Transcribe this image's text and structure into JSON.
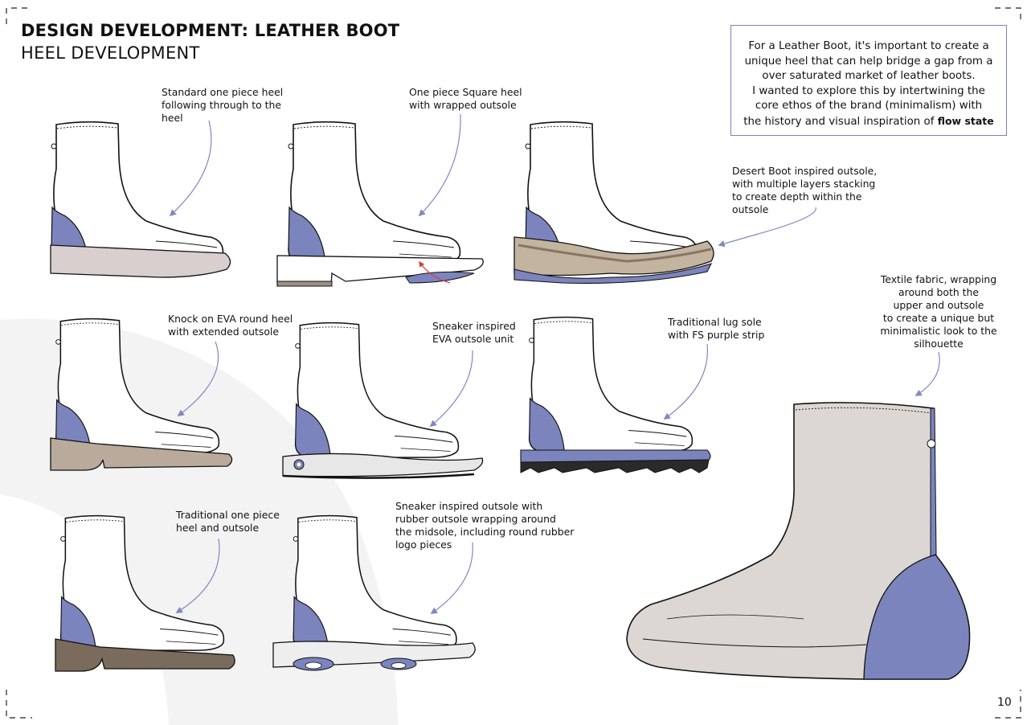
{
  "header": {
    "title": "DESIGN DEVELOPMENT: LEATHER BOOT",
    "subtitle": "HEEL DEVELOPMENT"
  },
  "info_box": {
    "lines": [
      "For a Leather Boot, it's important to create a",
      "unique heel that can help bridge a gap from a",
      "over saturated market of leather boots.",
      "I wanted to explore this by intertwining the",
      "core ethos of the brand (minimalism) with",
      "the history and visual inspiration of"
    ],
    "brand": "flow state"
  },
  "annotations": {
    "standard_heel": [
      "Standard one piece heel",
      "following through to the",
      "heel"
    ],
    "square_heel": [
      "One piece Square heel",
      "with wrapped outsole"
    ],
    "desert_boot": [
      "Desert Boot inspired outsole,",
      "with multiple layers stacking",
      "to create depth within the",
      "outsole"
    ],
    "textile_fabric": [
      "Textile fabric, wrapping",
      "around both the",
      "upper and outsole",
      "to create a unique but",
      "minimalistic look to the",
      "silhouette"
    ],
    "knock_on_eva": [
      "Knock on EVA round heel",
      "with extended outsole"
    ],
    "sneaker_eva": [
      "Sneaker inspired",
      "EVA outsole unit"
    ],
    "lug_sole": [
      "Traditional lug sole",
      "with FS purple strip"
    ],
    "traditional_heel": [
      "Traditional one piece",
      "heel and outsole"
    ],
    "sneaker_rubber": [
      "Sneaker inspired outsole with",
      "rubber outsole wrapping around",
      "the midsole, including round rubber",
      "logo pieces"
    ]
  },
  "colors": {
    "accent_purple": "#7b84bc",
    "arrow": "#8088bf",
    "info_border": "#7a82b8",
    "sole_light_grey": "#d9cfcf",
    "sole_taupe": "#b9aa9c",
    "sole_desert": "#c2b49f",
    "sole_dark_brown": "#7a6b5c",
    "lug_black": "#2a2a2a",
    "textile_grey": "#dcd7d3"
  },
  "page_number": "10"
}
